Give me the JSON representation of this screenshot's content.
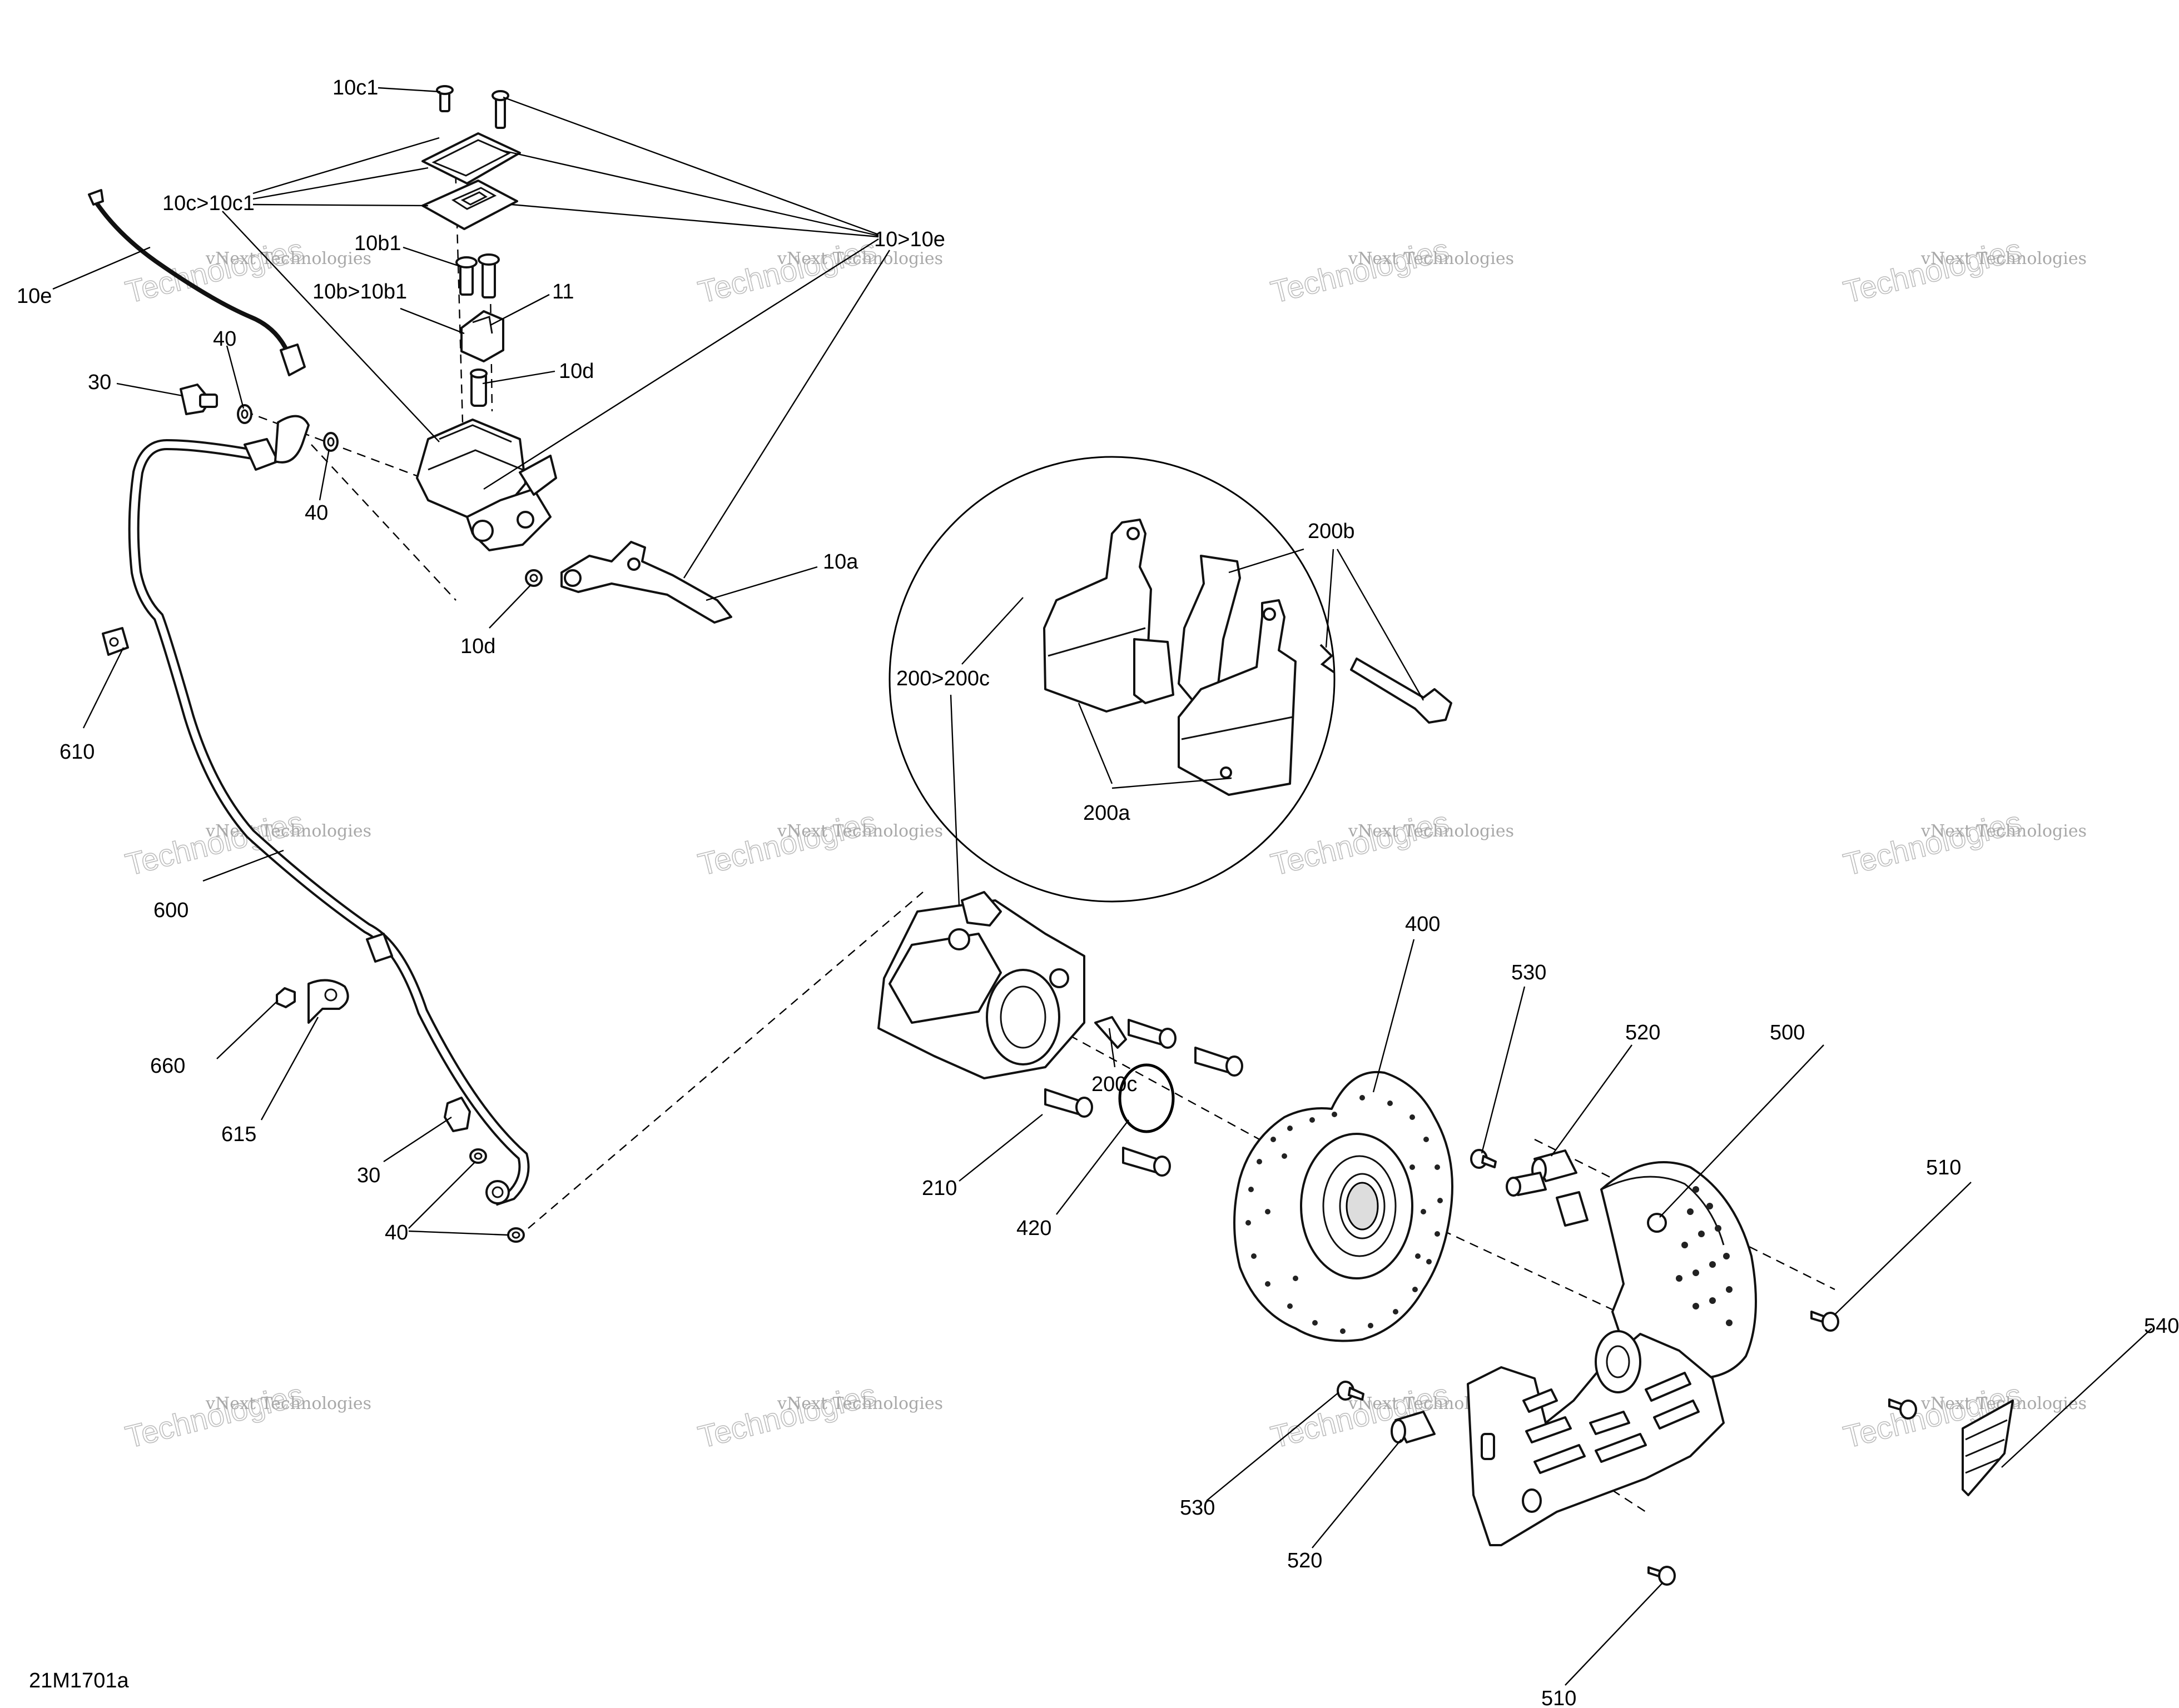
{
  "figure_code": "21M1701a",
  "watermark": {
    "line1": "vNext Technologies",
    "line2": "Technologies"
  },
  "callouts": [
    {
      "id": "10c1",
      "text": "10c1"
    },
    {
      "id": "10c-10c1",
      "text": "10c>10c1"
    },
    {
      "id": "10-10e",
      "text": "10>10e"
    },
    {
      "id": "10b1",
      "text": "10b1"
    },
    {
      "id": "10b-10b1",
      "text": "10b>10b1"
    },
    {
      "id": "11",
      "text": "11"
    },
    {
      "id": "10e",
      "text": "10e"
    },
    {
      "id": "40a",
      "text": "40"
    },
    {
      "id": "30a",
      "text": "30"
    },
    {
      "id": "10d-top",
      "text": "10d"
    },
    {
      "id": "40b",
      "text": "40"
    },
    {
      "id": "10a",
      "text": "10a"
    },
    {
      "id": "10d-bottom",
      "text": "10d"
    },
    {
      "id": "610",
      "text": "610"
    },
    {
      "id": "200b",
      "text": "200b"
    },
    {
      "id": "200-200c",
      "text": "200>200c"
    },
    {
      "id": "200a",
      "text": "200a"
    },
    {
      "id": "600",
      "text": "600"
    },
    {
      "id": "400",
      "text": "400"
    },
    {
      "id": "530a",
      "text": "530"
    },
    {
      "id": "520a",
      "text": "520"
    },
    {
      "id": "500",
      "text": "500"
    },
    {
      "id": "660",
      "text": "660"
    },
    {
      "id": "200c",
      "text": "200c"
    },
    {
      "id": "615",
      "text": "615"
    },
    {
      "id": "30b",
      "text": "30"
    },
    {
      "id": "210",
      "text": "210"
    },
    {
      "id": "510a",
      "text": "510"
    },
    {
      "id": "40c",
      "text": "40"
    },
    {
      "id": "420",
      "text": "420"
    },
    {
      "id": "540",
      "text": "540"
    },
    {
      "id": "530b",
      "text": "530"
    },
    {
      "id": "520b",
      "text": "520"
    },
    {
      "id": "510b",
      "text": "510"
    }
  ]
}
